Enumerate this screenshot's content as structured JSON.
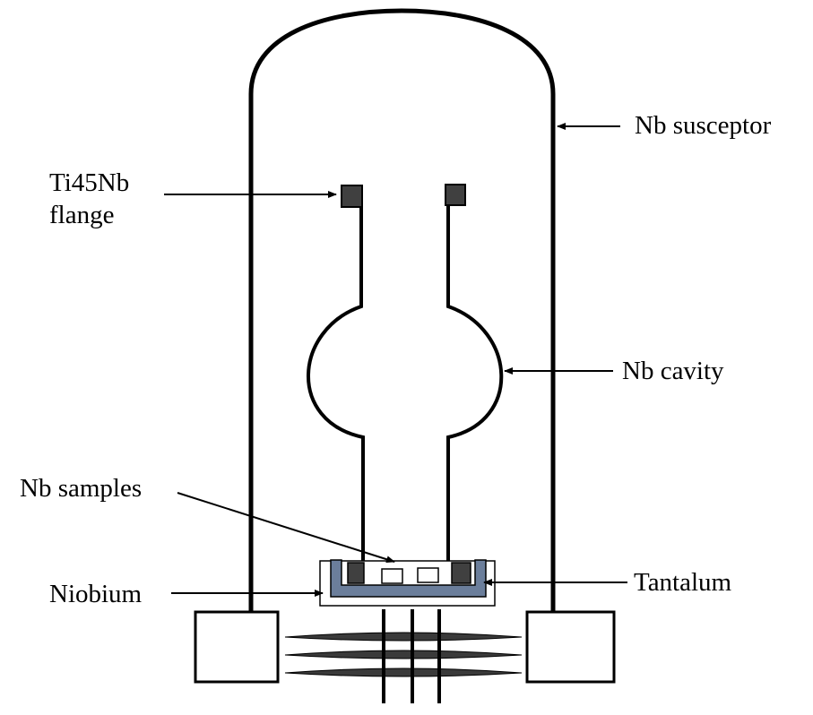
{
  "labels": {
    "nb_susceptor": "Nb susceptor",
    "ti45nb_flange_line1": "Ti45Nb",
    "ti45nb_flange_line2": "flange",
    "nb_cavity": "Nb cavity",
    "nb_samples": "Nb samples",
    "niobium": "Niobium",
    "tantalum": "Tantalum"
  },
  "colors": {
    "stroke": "#000000",
    "flange_block": "#404040",
    "tantalum_tray": "#6b7e9b",
    "heater_coil": "#3a3a3a"
  }
}
